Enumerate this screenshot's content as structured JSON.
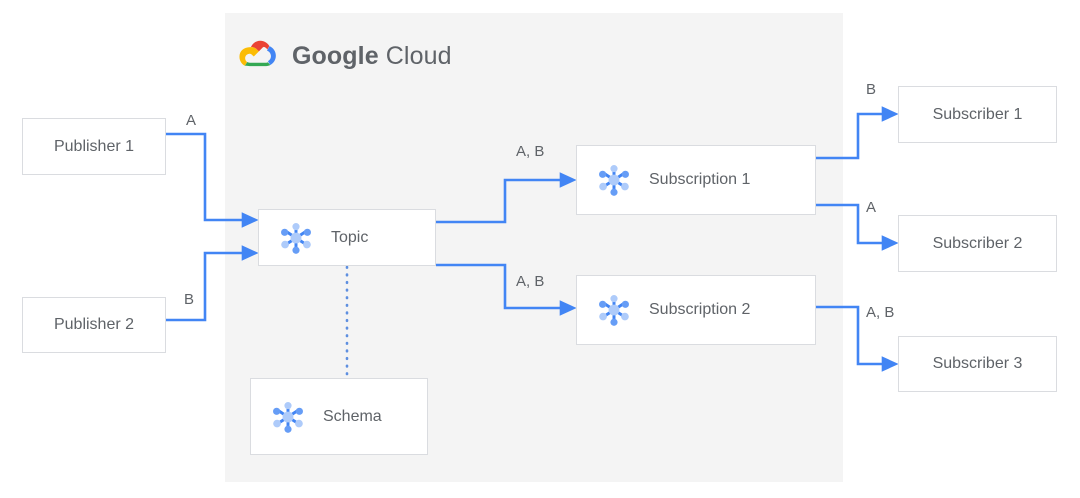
{
  "brand": {
    "logo_icon": "google-cloud-logo-icon",
    "name_bold": "Google",
    "name_light": "Cloud",
    "colors": {
      "red": "#EA4335",
      "yellow": "#FBBC05",
      "green": "#34A853",
      "blue": "#4285F4"
    }
  },
  "panel": {
    "background_color": "#F4F4F4"
  },
  "theme": {
    "connector_color": "#4285F4",
    "text_color": "#5F6368",
    "box_border_color": "#DADCE0",
    "icon_light": "#AECBFA",
    "icon_mid": "#669DF6",
    "icon_dark": "#4285F4"
  },
  "nodes": {
    "publisher_1": {
      "label": "Publisher 1",
      "icon": null
    },
    "publisher_2": {
      "label": "Publisher 2",
      "icon": null
    },
    "topic": {
      "label": "Topic",
      "icon": "pubsub-icon"
    },
    "schema": {
      "label": "Schema",
      "icon": "pubsub-icon"
    },
    "subscription_1": {
      "label": "Subscription 1",
      "icon": "pubsub-icon"
    },
    "subscription_2": {
      "label": "Subscription 2",
      "icon": "pubsub-icon"
    },
    "subscriber_1": {
      "label": "Subscriber 1",
      "icon": null
    },
    "subscriber_2": {
      "label": "Subscriber 2",
      "icon": null
    },
    "subscriber_3": {
      "label": "Subscriber 3",
      "icon": null
    }
  },
  "edge_labels": {
    "publisher_1_to_topic": "A",
    "publisher_2_to_topic": "B",
    "topic_to_subscription_1": "A, B",
    "topic_to_subscription_2": "A, B",
    "subscription_1_to_subscriber_1": "B",
    "subscription_1_to_subscriber_2": "A",
    "subscription_2_to_subscriber_3": "A, B"
  }
}
